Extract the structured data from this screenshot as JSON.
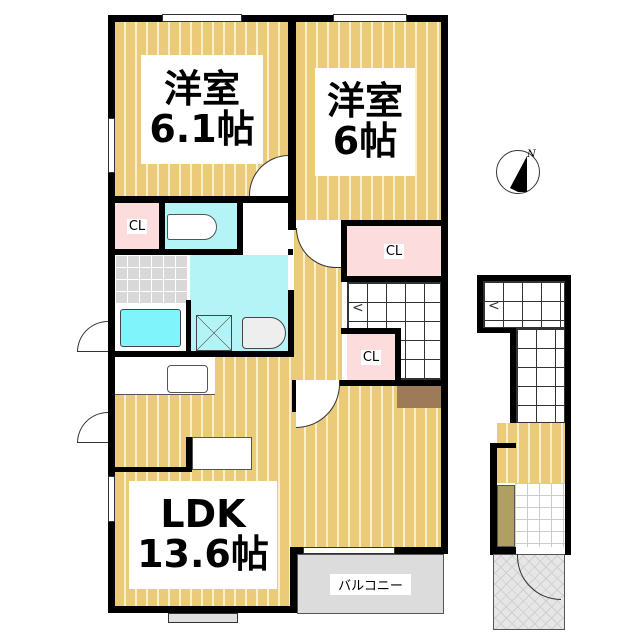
{
  "plan": {
    "rooms": [
      {
        "id": "western-room-1",
        "name": "洋室",
        "size": "6.1帖"
      },
      {
        "id": "western-room-2",
        "name": "洋室",
        "size": "6帖"
      },
      {
        "id": "ldk",
        "name": "LDK",
        "size": "13.6帖"
      }
    ],
    "closets": [
      "CL",
      "CL",
      "CL"
    ],
    "balcony": "バルコニー",
    "compass": {
      "label": "N"
    },
    "colors": {
      "floor": "#ebcb7a",
      "wall": "#000000",
      "wet_area": "#b4f4f6",
      "closet": "#fcdcdc",
      "storage": "#9d7b58",
      "balcony": "#dcdcdc"
    }
  }
}
